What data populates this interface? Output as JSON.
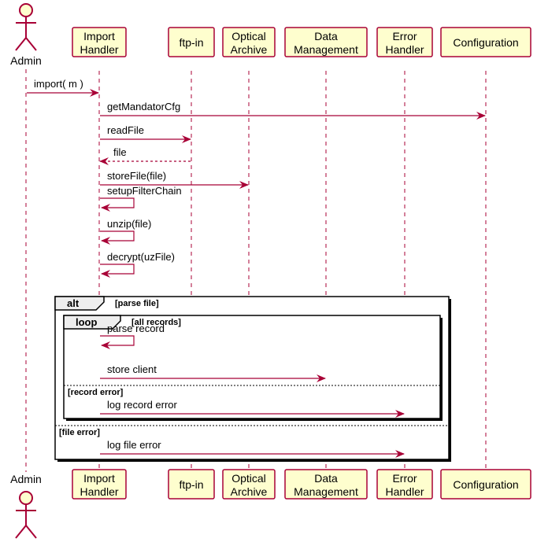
{
  "participants": [
    {
      "id": "admin",
      "label": "Admin",
      "kind": "actor"
    },
    {
      "id": "import",
      "label": "Import\nHandler",
      "kind": "box"
    },
    {
      "id": "ftp",
      "label": "ftp-in",
      "kind": "box"
    },
    {
      "id": "optical",
      "label": "Optical\nArchive",
      "kind": "box"
    },
    {
      "id": "data",
      "label": "Data\nManagement",
      "kind": "box"
    },
    {
      "id": "error",
      "label": "Error\nHandler",
      "kind": "box"
    },
    {
      "id": "config",
      "label": "Configuration",
      "kind": "box"
    }
  ],
  "messages": [
    {
      "from": "admin",
      "to": "import",
      "label": "import( m )",
      "style": "solid"
    },
    {
      "from": "import",
      "to": "config",
      "label": "getMandatorCfg",
      "style": "solid"
    },
    {
      "from": "import",
      "to": "ftp",
      "label": "readFile",
      "style": "solid"
    },
    {
      "from": "ftp",
      "to": "import",
      "label": "file",
      "style": "dashed"
    },
    {
      "from": "import",
      "to": "optical",
      "label": "storeFile(file)",
      "style": "solid"
    },
    {
      "from": "import",
      "to": "import",
      "label": "setupFilterChain",
      "style": "self"
    },
    {
      "from": "import",
      "to": "import",
      "label": "unzip(file)",
      "style": "self"
    },
    {
      "from": "import",
      "to": "import",
      "label": "decrypt(uzFile)",
      "style": "self"
    },
    {
      "from": "import",
      "to": "import",
      "label": "parse record",
      "style": "self"
    },
    {
      "from": "import",
      "to": "data",
      "label": "store client",
      "style": "solid"
    },
    {
      "from": "import",
      "to": "error",
      "label": "log record error",
      "style": "solid"
    },
    {
      "from": "import",
      "to": "error",
      "label": "log file error",
      "style": "solid"
    }
  ],
  "fragments": [
    {
      "keyword": "alt",
      "guard": "[parse file]",
      "else_guard": "[file error]"
    },
    {
      "keyword": "loop",
      "guard": "[all records]",
      "else_guard": "[record error]"
    }
  ],
  "colors": {
    "box_fill": "#FEFECE",
    "border": "#A80036",
    "arrow": "#A80036",
    "fragment_border": "#000000",
    "fragment_tab": "#EEEEEE"
  }
}
